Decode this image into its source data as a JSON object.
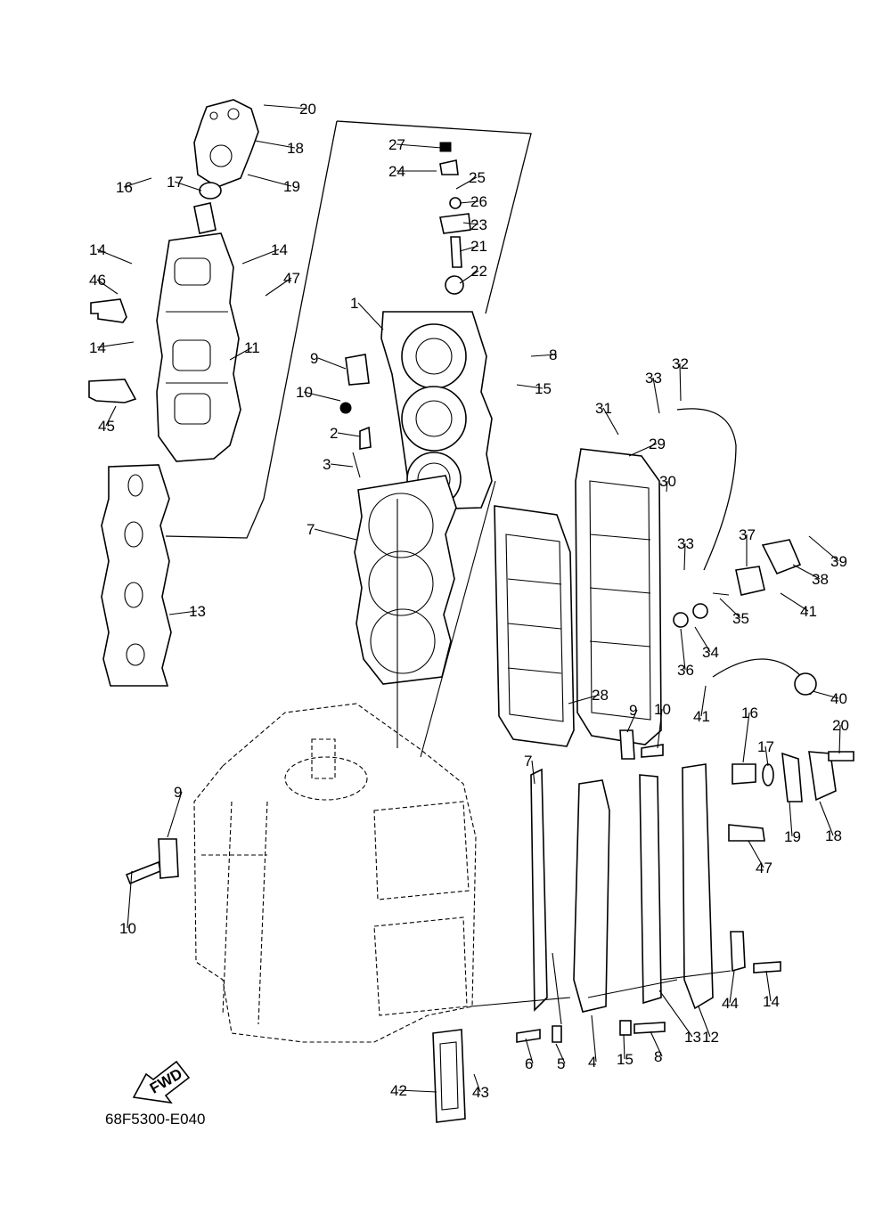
{
  "diagram": {
    "drawing_code": "68F5300-E040",
    "fwd_label": "FWD",
    "callouts": [
      "1",
      "2",
      "3",
      "4",
      "5",
      "6",
      "7",
      "7",
      "8",
      "8",
      "9",
      "9",
      "9",
      "10",
      "10",
      "10",
      "11",
      "12",
      "13",
      "13",
      "14",
      "14",
      "14",
      "14",
      "15",
      "15",
      "16",
      "16",
      "17",
      "17",
      "18",
      "18",
      "19",
      "19",
      "20",
      "20",
      "21",
      "22",
      "23",
      "24",
      "25",
      "26",
      "27",
      "28",
      "29",
      "30",
      "31",
      "32",
      "33",
      "33",
      "34",
      "35",
      "36",
      "37",
      "38",
      "39",
      "40",
      "41",
      "41",
      "42",
      "43",
      "44",
      "45",
      "46",
      "47",
      "47"
    ]
  }
}
